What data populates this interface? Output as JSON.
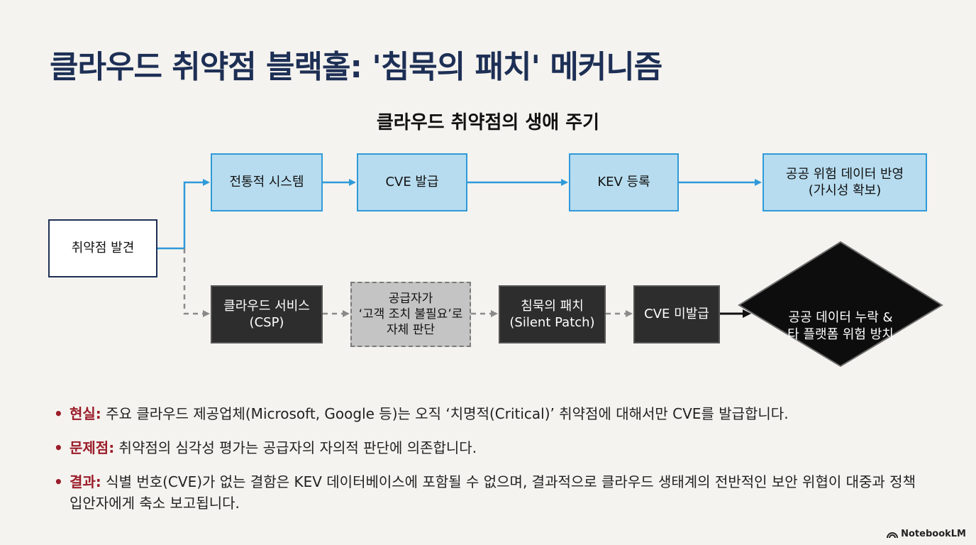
{
  "title": "클라우드 취약점 블랙홀: '침묵의 패치' 메커니즘",
  "diagram": {
    "subtitle": "클라우드 취약점의 생애 주기",
    "start": "취약점 발견",
    "top_path": [
      "전통적 시스템",
      "CVE 발급",
      "KEV 등록",
      "공공 위험 데이터 반영\n(가시성 확보)"
    ],
    "bottom_path": [
      "클라우드 서비스\n(CSP)",
      "공급자가\n‘고객 조치 불필요’로\n자체 판단",
      "침묵의 패치\n(Silent Patch)",
      "CVE 미발급"
    ],
    "end": "공공 데이터 누락 &\n타 플랫폼 위험 방치"
  },
  "bullets": [
    {
      "label": "현실:",
      "text": " 주요 클라우드 제공업체(Microsoft, Google 등)는 오직 ‘치명적(Critical)’ 취약점에 대해서만 CVE를 발급합니다."
    },
    {
      "label": "문제점:",
      "text": " 취약점의 심각성 평가는 공급자의 자의적 판단에 의존합니다."
    },
    {
      "label": "결과:",
      "text": " 식별 번호(CVE)가 없는 결함은 KEV 데이터베이스에 포함될 수 없으며, 결과적으로 클라우드 생태계의 전반적인 보안 위협이 대중과 정책 입안자에게 축소 보고됩니다."
    }
  ],
  "bullet_marker": "•",
  "brand": "NotebookLM",
  "colors": {
    "title": "#1d2f55",
    "accent_red": "#9b1d2a",
    "blue_fill": "#b7dcef",
    "blue_stroke": "#2f9ad9",
    "dark_fill": "#2d2d2d",
    "background": "#f5f3ef"
  }
}
